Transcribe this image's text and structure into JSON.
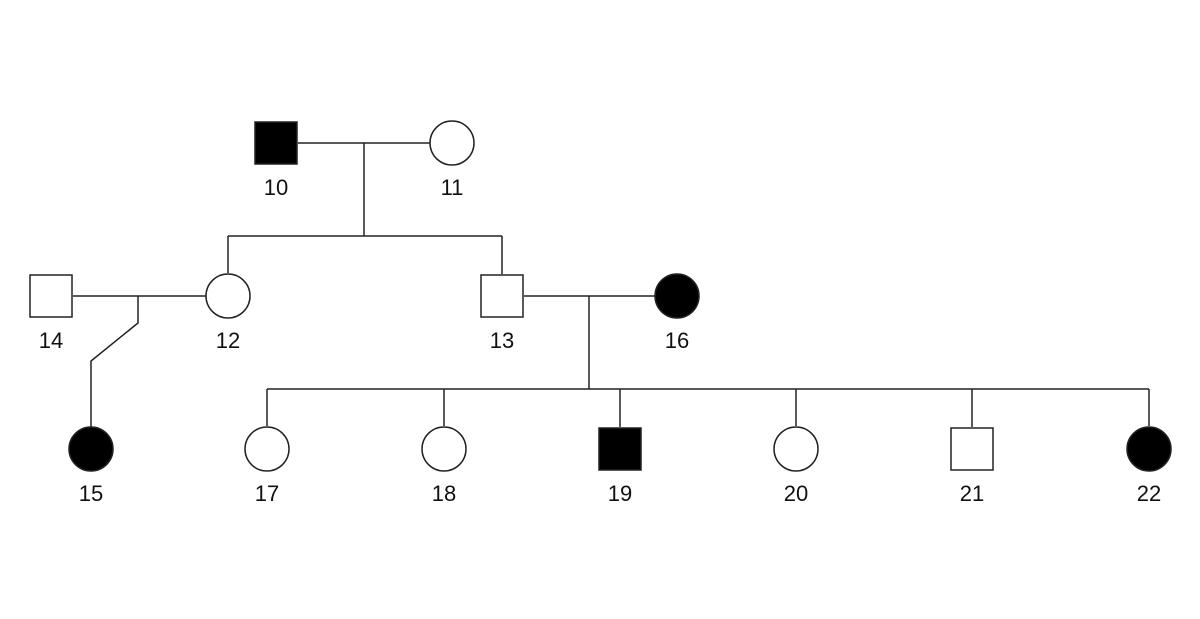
{
  "colors": {
    "affected": "#000000",
    "unaffected": "#ffffff",
    "line": "#222222"
  },
  "individuals": [
    {
      "id": "10",
      "sex": "male",
      "affected": true
    },
    {
      "id": "11",
      "sex": "female",
      "affected": false
    },
    {
      "id": "14",
      "sex": "male",
      "affected": false
    },
    {
      "id": "12",
      "sex": "female",
      "affected": false
    },
    {
      "id": "13",
      "sex": "male",
      "affected": false
    },
    {
      "id": "16",
      "sex": "female",
      "affected": true
    },
    {
      "id": "15",
      "sex": "female",
      "affected": true
    },
    {
      "id": "17",
      "sex": "female",
      "affected": false
    },
    {
      "id": "18",
      "sex": "female",
      "affected": false
    },
    {
      "id": "19",
      "sex": "male",
      "affected": true
    },
    {
      "id": "20",
      "sex": "female",
      "affected": false
    },
    {
      "id": "21",
      "sex": "male",
      "affected": false
    },
    {
      "id": "22",
      "sex": "female",
      "affected": true
    }
  ],
  "matings": [
    {
      "partners": [
        "10",
        "11"
      ],
      "children": [
        "12",
        "13"
      ]
    },
    {
      "partners": [
        "14",
        "12"
      ],
      "children": [
        "15"
      ]
    },
    {
      "partners": [
        "13",
        "16"
      ],
      "children": [
        "17",
        "18",
        "19",
        "20",
        "21",
        "22"
      ]
    }
  ]
}
